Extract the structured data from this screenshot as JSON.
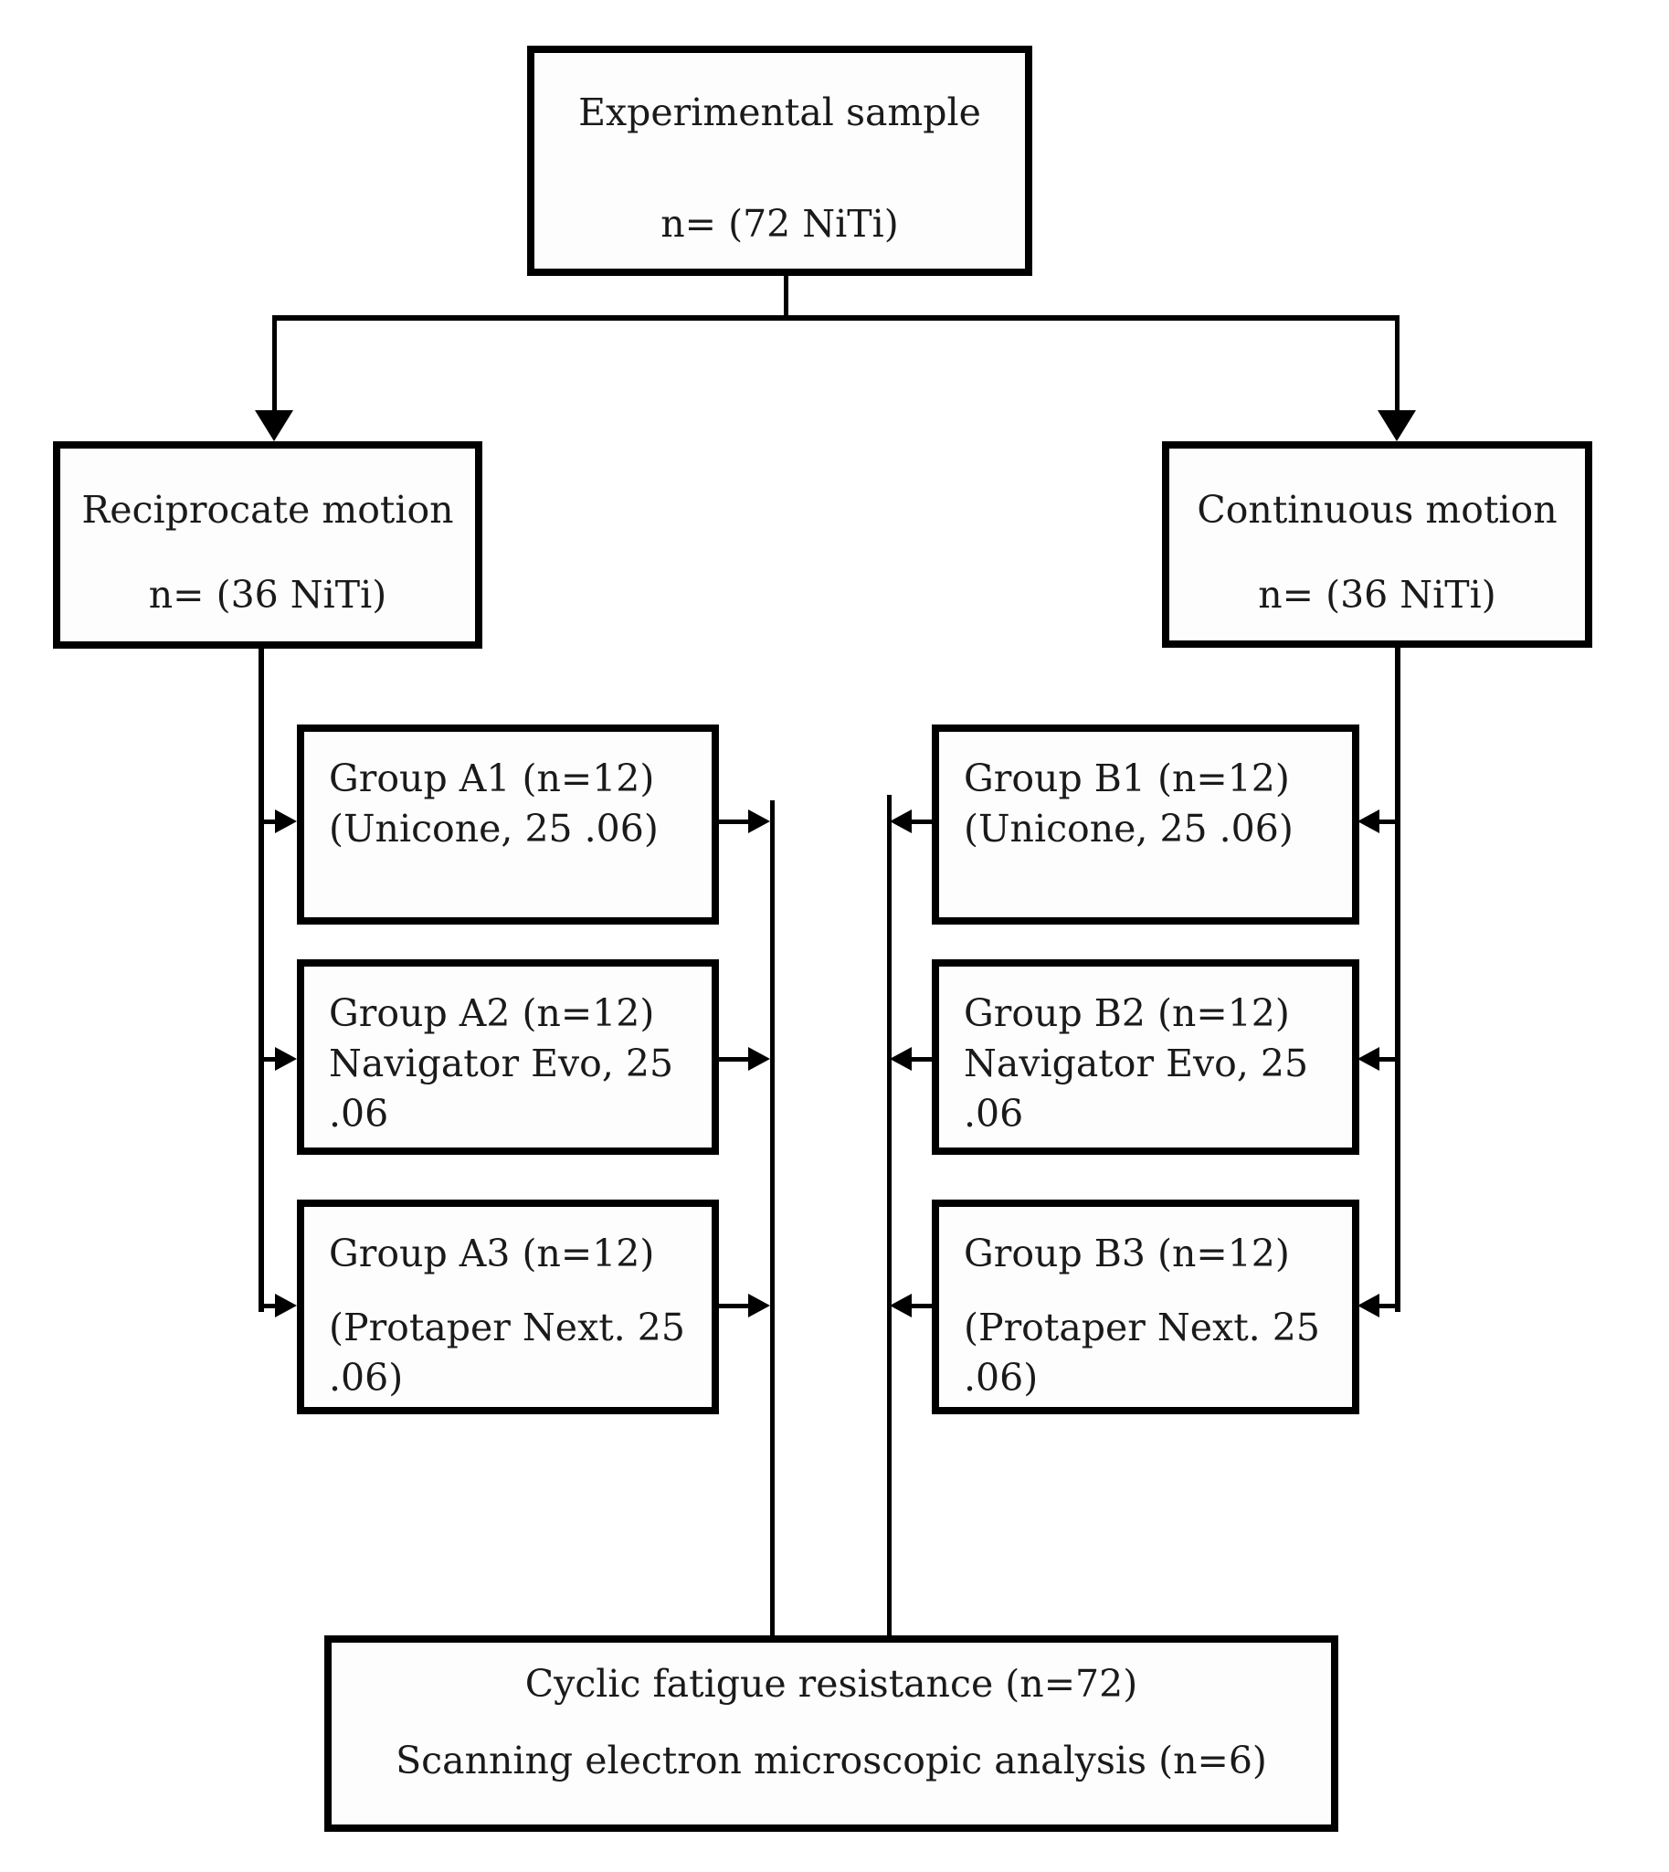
{
  "page": {
    "background": "#ffffff",
    "line_color": "#000000",
    "text_color": "#1a1a1a"
  },
  "flowchart": {
    "root": {
      "line1": "Experimental sample",
      "line2": "n= (72 NiTi)"
    },
    "reciprocate": {
      "line1": "Reciprocate motion",
      "line2": "n= (36 NiTi)"
    },
    "continuous": {
      "line1": "Continuous motion",
      "line2": "n= (36 NiTi)"
    },
    "groups_left": [
      {
        "line1": "Group A1 (n=12)",
        "line2": "(Unicone, 25 .06)"
      },
      {
        "line1": "Group A2 (n=12)",
        "line2": "Navigator Evo, 25",
        "line3": ".06"
      },
      {
        "line1": "Group A3 (n=12)",
        "line2": "(Protaper Next. 25",
        "line3": ".06)"
      }
    ],
    "groups_right": [
      {
        "line1": "Group B1 (n=12)",
        "line2": "(Unicone, 25 .06)"
      },
      {
        "line1": "Group B2 (n=12)",
        "line2": "Navigator Evo, 25",
        "line3": ".06"
      },
      {
        "line1": "Group B3 (n=12)",
        "line2": "(Protaper Next. 25",
        "line3": ".06)"
      }
    ],
    "outcome": {
      "line1": "Cyclic fatigue resistance (n=72)",
      "line2": "Scanning electron microscopic analysis (n=6)"
    }
  }
}
